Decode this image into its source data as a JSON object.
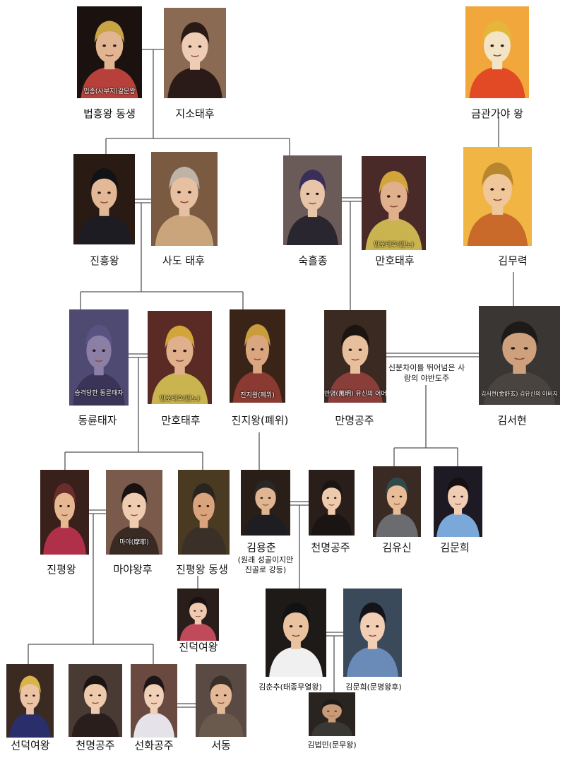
{
  "people": [
    {
      "id": "beopheung-brother",
      "name": "법흥왕 동생",
      "caption": "입종(사부지)갈문왕",
      "palette": {
        "bg": "#1b1210",
        "skin": "#e1b592",
        "robe": "#b8403a",
        "hat": "#c9a444"
      }
    },
    {
      "id": "jiso",
      "name": "지소태후",
      "palette": {
        "bg": "#8a6a52",
        "skin": "#efcdb4",
        "robe": "#2b1b18",
        "hat": "#2a1a16"
      }
    },
    {
      "id": "geumgwan-king",
      "name": "금관가야 왕",
      "palette": {
        "bg": "#f1a73c",
        "skin": "#f3e4c6",
        "robe": "#e14a24",
        "hat": "#e5b63a"
      }
    },
    {
      "id": "jinheung",
      "name": "진흥왕",
      "palette": {
        "bg": "#2a1a14",
        "skin": "#e2b896",
        "robe": "#1c1c22",
        "hat": "#111216"
      }
    },
    {
      "id": "sado",
      "name": "사도 태후",
      "palette": {
        "bg": "#7a5a40",
        "skin": "#e6c0a0",
        "robe": "#caa47a",
        "hat": "#bdb3a6"
      }
    },
    {
      "id": "sukheuljong",
      "name": "숙흘종",
      "palette": {
        "bg": "#6a5a58",
        "skin": "#e8c4a8",
        "robe": "#2a2630",
        "hat": "#3a2f5a"
      }
    },
    {
      "id": "manho-1",
      "name": "만호태후",
      "caption": "만호태후(만노)",
      "palette": {
        "bg": "#4a2a28",
        "skin": "#e0b08c",
        "robe": "#c9b450",
        "hat": "#d1a53a"
      }
    },
    {
      "id": "kimmuryeok",
      "name": "김무력",
      "palette": {
        "bg": "#f0b543",
        "skin": "#efc79a",
        "robe": "#c96a2a",
        "hat": "#b8862c"
      }
    },
    {
      "id": "dongryun",
      "name": "동륜태자",
      "caption": "승격당한 동륜태자",
      "palette": {
        "bg": "#4e4a72",
        "skin": "#8b7fa6",
        "robe": "#3a3458",
        "hat": "#5a5280"
      }
    },
    {
      "id": "manho-2",
      "name": "만호태후",
      "caption": "만호태후(만노)",
      "palette": {
        "bg": "#5a2a24",
        "skin": "#e0b08c",
        "robe": "#c9b450",
        "hat": "#d1a53a"
      }
    },
    {
      "id": "jinji",
      "name": "진지왕(폐위)",
      "caption": "진지왕(폐위)",
      "palette": {
        "bg": "#3a2418",
        "skin": "#d9a680",
        "robe": "#8a3a30",
        "hat": "#c99c3c"
      }
    },
    {
      "id": "manmyeong",
      "name": "만명공주",
      "caption": "만명(萬明) 유신의 어머니",
      "palette": {
        "bg": "#3a2a22",
        "skin": "#e7bf9c",
        "robe": "#8a3e3a",
        "hat": "#1c1410"
      }
    },
    {
      "id": "kimseohyeon",
      "name": "김서현",
      "caption": "김서현(金舒玄) 김유신의 아버지",
      "palette": {
        "bg": "#3a3634",
        "skin": "#cfa07c",
        "robe": "#4a4440",
        "hat": "#1e1a18"
      }
    },
    {
      "id": "jinpyeong",
      "name": "진평왕",
      "palette": {
        "bg": "#3a201a",
        "skin": "#e5b891",
        "robe": "#b0304a",
        "hat": "#6a2e2a"
      }
    },
    {
      "id": "maya",
      "name": "마야왕후",
      "caption": "마야(摩耶)",
      "palette": {
        "bg": "#7a5a4a",
        "skin": "#efcbb0",
        "robe": "#3a2a24",
        "hat": "#1a1210"
      }
    },
    {
      "id": "jinpyeong-brother",
      "name": "진평왕 동생",
      "palette": {
        "bg": "#4a3a22",
        "skin": "#d9a47c",
        "robe": "#3a3028",
        "hat": "#2a2420"
      }
    },
    {
      "id": "kimyongchun",
      "name": "김용춘",
      "note": "(원래 성골이지만 진골로 강등)",
      "palette": {
        "bg": "#2a1e18",
        "skin": "#e0b692",
        "robe": "#1e1e22",
        "hat": "#2a2826"
      }
    },
    {
      "id": "cheonmyeong-1",
      "name": "천명공주",
      "palette": {
        "bg": "#2a1e1a",
        "skin": "#eecaad",
        "robe": "#1a1412",
        "hat": "#1a1412"
      }
    },
    {
      "id": "kimyusin",
      "name": "김유신",
      "palette": {
        "bg": "#3a2a24",
        "skin": "#e7bc97",
        "robe": "#6a6c70",
        "hat": "#2e4a4a"
      }
    },
    {
      "id": "kimmunhui-1",
      "name": "김문희",
      "palette": {
        "bg": "#1e1a24",
        "skin": "#f0cdb2",
        "robe": "#7aa8d8",
        "hat": "#141014"
      }
    },
    {
      "id": "jindeok",
      "name": "진덕여왕",
      "palette": {
        "bg": "#2a1e1a",
        "skin": "#efcab0",
        "robe": "#c04a5a",
        "hat": "#1a1212"
      }
    },
    {
      "id": "kimchunchu",
      "name": "김춘추(태종무열왕)",
      "palette": {
        "bg": "#1e1a18",
        "skin": "#e9c2a0",
        "robe": "#f0f0f0",
        "hat": "#121212"
      }
    },
    {
      "id": "kimmunhui-2",
      "name": "김문희(문명왕후)",
      "palette": {
        "bg": "#3a4a5a",
        "skin": "#f2cfb4",
        "robe": "#6a8ab8",
        "hat": "#141418"
      }
    },
    {
      "id": "kimbeopmin",
      "name": "김법민(문무왕)",
      "palette": {
        "bg": "#2a2420",
        "skin": "#c99a78",
        "robe": "#3a3834",
        "hat": "#1e1c1a"
      }
    },
    {
      "id": "seondeok",
      "name": "선덕여왕",
      "palette": {
        "bg": "#3a2a22",
        "skin": "#eac4a4",
        "robe": "#2a2e6a",
        "hat": "#d8b44a"
      }
    },
    {
      "id": "cheonmyeong-2",
      "name": "천명공주",
      "palette": {
        "bg": "#4a3a34",
        "skin": "#eecaad",
        "robe": "#2a1e1c",
        "hat": "#1a1412"
      }
    },
    {
      "id": "seonhwa",
      "name": "선화공주",
      "palette": {
        "bg": "#6a4a40",
        "skin": "#f1d0b8",
        "robe": "#e6e2ea",
        "hat": "#1e1616"
      }
    },
    {
      "id": "seodong",
      "name": "서동",
      "palette": {
        "bg": "#5a4a44",
        "skin": "#e3b896",
        "robe": "#6a5a4e",
        "hat": "#3a3028"
      }
    }
  ],
  "relation_note": "신분차이를 뛰어넘은 사랑의 야반도주",
  "colors": {
    "line": "#555555",
    "background": "#ffffff"
  }
}
